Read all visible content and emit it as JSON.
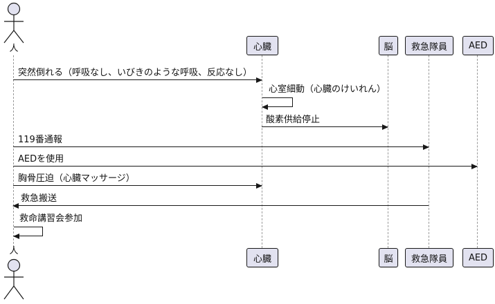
{
  "diagram_type": "sequence",
  "colors": {
    "participant_fill": "#E2E2F0",
    "participant_border": "#181818",
    "arrow": "#181818",
    "lifeline": "#999999",
    "text": "#111111",
    "background": "#FFFFFF"
  },
  "participants": [
    {
      "name": "人",
      "kind": "actor"
    },
    {
      "name": "心臓",
      "kind": "participant"
    },
    {
      "name": "脳",
      "kind": "participant"
    },
    {
      "name": "救急隊員",
      "kind": "participant"
    },
    {
      "name": "AED",
      "kind": "participant"
    }
  ],
  "messages": [
    {
      "from": "人",
      "to": "心臓",
      "self": false,
      "label": "突然倒れる（呼吸なし、いびきのような呼吸、反応なし）"
    },
    {
      "from": "心臓",
      "to": "心臓",
      "self": true,
      "label": "心室細動（心臓のけいれん）"
    },
    {
      "from": "心臓",
      "to": "脳",
      "self": false,
      "label": "酸素供給停止"
    },
    {
      "from": "人",
      "to": "救急隊員",
      "self": false,
      "label": "119番通報"
    },
    {
      "from": "人",
      "to": "AED",
      "self": false,
      "label": "AEDを使用"
    },
    {
      "from": "人",
      "to": "心臓",
      "self": false,
      "label": "胸骨圧迫（心臓マッサージ）"
    },
    {
      "from": "救急隊員",
      "to": "人",
      "self": false,
      "label": "救急搬送"
    },
    {
      "from": "人",
      "to": "人",
      "self": true,
      "label": "救命講習会参加"
    }
  ]
}
